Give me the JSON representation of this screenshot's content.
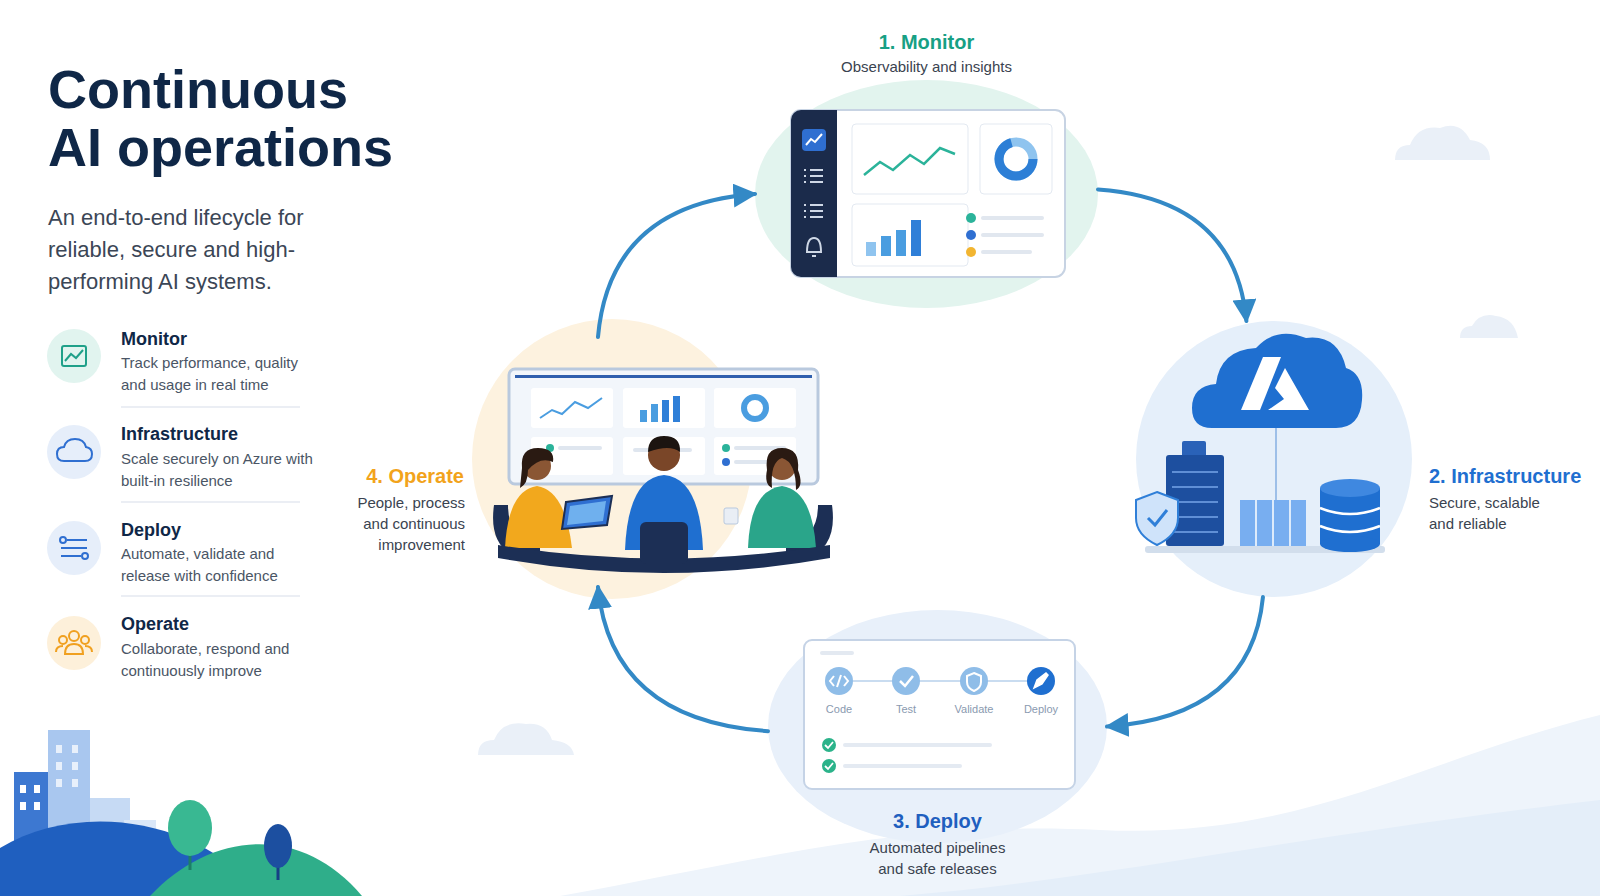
{
  "diagram": {
    "title": "Continuous AI operations",
    "nodes": [
      {
        "text": [
          "1. Monitor",
          "Observability and insights"
        ]
      },
      {
        "text": [
          "2. Infrastructure",
          "Secure, scalable and reliable"
        ]
      },
      {
        "text": [
          "3. Deploy",
          "Automated pipelines and safe releases"
        ]
      },
      {
        "text": [
          "4. Operate",
          "People, process and continuous improvement"
        ]
      }
    ],
    "edges": [
      {
        "from": 0,
        "to": 1,
        "arrow": "to"
      },
      {
        "from": 1,
        "to": 2,
        "arrow": "to"
      },
      {
        "from": 2,
        "to": 3,
        "arrow": "to"
      },
      {
        "from": 3,
        "to": 0,
        "arrow": "to"
      }
    ],
    "labels": [
      "An end-to-end lifecycle for reliable, secure and high-performing AI systems.",
      "Monitor",
      "Track performance, quality and usage in real time",
      "Infrastructure",
      "Scale securely on Azure with built-in resilience",
      "Deploy",
      "Automate, validate and release with confidence",
      "Operate",
      "Collaborate, respond and continuously improve",
      "Code",
      "Test",
      "Validate",
      "Deploy"
    ]
  }
}
